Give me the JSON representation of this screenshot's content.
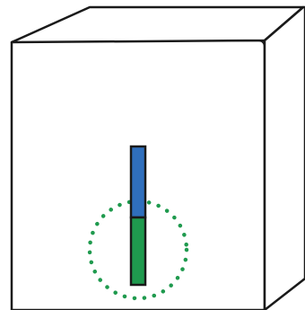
{
  "diagram": {
    "colors": {
      "outline": "#1a1a1a",
      "background": "#ffffff",
      "upper_segment": "#2f6fbd",
      "lower_segment": "#1f9a4e",
      "dotted_circle": "#1f9a4e"
    },
    "shapes": [
      "box",
      "rod-upper-segment",
      "rod-lower-segment",
      "dotted-circle"
    ]
  }
}
